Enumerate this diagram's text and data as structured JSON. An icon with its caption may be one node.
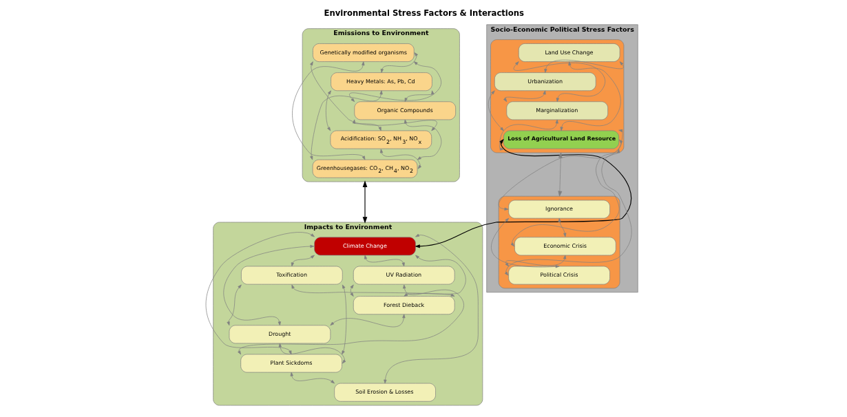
{
  "diagram": {
    "title": "Environmental Stress Factors & Interactions",
    "nodes": [
      {
        "text": [
          "Emissions to Environment"
        ]
      },
      {
        "text": [
          "Genetically modified organisms"
        ],
        "in": 0
      },
      {
        "text": [
          "Heavy Metals: As, Pb, Cd"
        ],
        "in": 0
      },
      {
        "text": [
          "Organic Compounds"
        ],
        "in": 0
      },
      {
        "text": [
          "Acidification: SO$_{2}$, NH$_{3}$, NO$_{x}$"
        ],
        "in": 0
      },
      {
        "text": [
          "Greenhousegases: CO$_{2}$, CH$_{4}$, NO$_{2}$"
        ],
        "in": 0
      },
      {
        "text": [
          "Impacts to Environment"
        ]
      },
      {
        "text": [
          "Climate Change"
        ],
        "in": 6
      },
      {
        "text": [
          "UV Radiation"
        ],
        "in": 6
      },
      {
        "text": [
          "Toxification"
        ],
        "in": 6
      },
      {
        "text": [
          "Forest Dieback"
        ],
        "in": 6
      },
      {
        "text": [
          "Drought"
        ],
        "in": 6
      },
      {
        "text": [
          "Plant Sickdoms"
        ],
        "in": 6
      },
      {
        "text": [
          "Soil Erosion & Losses"
        ],
        "in": 6
      },
      {
        "text": [
          "Socio-Economic Political Stress Factors"
        ]
      },
      {
        "text": [],
        "shape": "box",
        "in": 14
      },
      {
        "text": [
          "Land Use Change"
        ],
        "in": 15
      },
      {
        "text": [
          "Urbanization"
        ],
        "in": 15
      },
      {
        "text": [
          "Marginalization"
        ],
        "in": 15
      },
      {
        "text": [
          "Loss of Agricultural Land Resource"
        ],
        "in": 15
      },
      {
        "text": [],
        "shape": "box",
        "in": 14
      },
      {
        "text": [
          "Ignorance"
        ],
        "in": 20
      },
      {
        "text": [
          "Economic Crisis"
        ],
        "in": 20
      },
      {
        "text": [
          "Political Crisis"
        ],
        "in": 20
      }
    ],
    "edges": [
      {
        "from": 1,
        "to": 5,
        "arrow": "both"
      },
      {
        "from": 2,
        "to": 5,
        "arrow": "both"
      },
      {
        "from": 3,
        "to": 5,
        "arrow": "both"
      },
      {
        "from": 4,
        "to": 5,
        "arrow": "both"
      },
      {
        "from": 3,
        "to": 4,
        "arrow": "both"
      },
      {
        "from": 2,
        "to": 4,
        "arrow": "both"
      },
      {
        "from": 1,
        "to": 4,
        "arrow": "both"
      },
      {
        "from": 2,
        "to": 3,
        "arrow": "both"
      },
      {
        "from": 1,
        "to": 3,
        "arrow": "both"
      },
      {
        "from": 1,
        "to": 2,
        "arrow": "both"
      },
      {
        "from": 0,
        "to": 6,
        "arrow": "both",
        "color": "#000000"
      },
      {
        "from": 7,
        "to": 8,
        "arrow": "both"
      },
      {
        "from": 7,
        "to": 9,
        "arrow": "both"
      },
      {
        "from": 7,
        "to": 10,
        "arrow": "both"
      },
      {
        "from": 7,
        "to": 11,
        "arrow": "both"
      },
      {
        "from": 7,
        "to": 12,
        "arrow": "both"
      },
      {
        "from": 7,
        "to": 13,
        "arrow": "both"
      },
      {
        "from": 8,
        "to": 12,
        "arrow": "both"
      },
      {
        "from": 8,
        "to": 10,
        "arrow": "both"
      },
      {
        "from": 9,
        "to": 10,
        "arrow": "both"
      },
      {
        "from": 9,
        "to": 11,
        "arrow": "both"
      },
      {
        "from": 9,
        "to": 12,
        "arrow": "both"
      },
      {
        "from": 10,
        "to": 11,
        "arrow": "both"
      },
      {
        "from": 11,
        "to": 12,
        "arrow": "both"
      },
      {
        "from": 12,
        "to": 13,
        "arrow": "both"
      },
      {
        "from": 7,
        "to": 19,
        "arrow": "both",
        "color": "#000000"
      },
      {
        "from": 16,
        "to": 19,
        "arrow": "both"
      },
      {
        "from": 16,
        "to": 18,
        "arrow": "both"
      },
      {
        "from": 16,
        "to": 17,
        "arrow": "both"
      },
      {
        "from": 17,
        "to": 18,
        "arrow": "both"
      },
      {
        "from": 17,
        "to": 19,
        "arrow": "both"
      },
      {
        "from": 18,
        "to": 19,
        "arrow": "both"
      },
      {
        "from": 19,
        "to": 21,
        "arrow": "both"
      },
      {
        "from": 19,
        "to": 22,
        "arrow": "both"
      },
      {
        "from": 19,
        "to": 23,
        "arrow": "both"
      },
      {
        "from": 15,
        "to": 20,
        "arrow": "both"
      },
      {
        "from": 21,
        "to": 22,
        "arrow": "both"
      },
      {
        "from": 21,
        "to": 23,
        "arrow": "both"
      },
      {
        "from": 22,
        "to": 23,
        "arrow": "both"
      }
    ]
  }
}
